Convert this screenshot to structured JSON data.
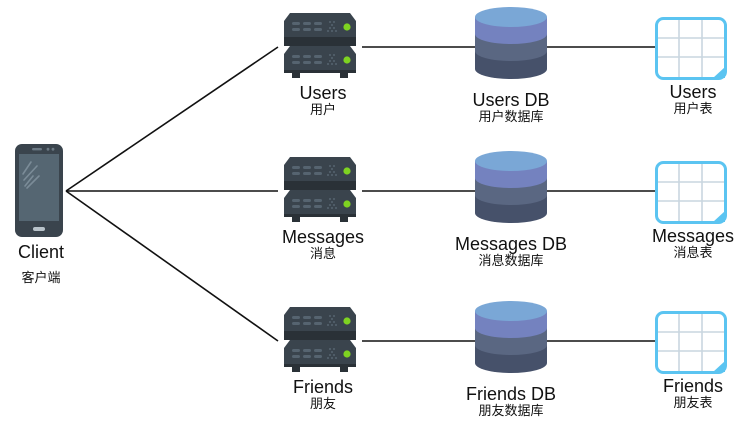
{
  "diagram": {
    "client": {
      "name": "Client",
      "subtitle": "客户端",
      "icon": "smartphone-icon"
    },
    "rows": [
      {
        "service": {
          "name": "Users",
          "subtitle": "用户",
          "icon": "server-icon"
        },
        "database": {
          "name": "Users DB",
          "subtitle": "用户数据库",
          "icon": "database-icon"
        },
        "table": {
          "name": "Users",
          "subtitle": "用户表",
          "icon": "table-icon"
        }
      },
      {
        "service": {
          "name": "Messages",
          "subtitle": "消息",
          "icon": "server-icon"
        },
        "database": {
          "name": "Messages DB",
          "subtitle": "消息数据库",
          "icon": "database-icon"
        },
        "table": {
          "name": "Messages",
          "subtitle": "消息表",
          "icon": "table-icon"
        }
      },
      {
        "service": {
          "name": "Friends",
          "subtitle": "朋友",
          "icon": "server-icon"
        },
        "database": {
          "name": "Friends DB",
          "subtitle": "朋友数据库",
          "icon": "database-icon"
        },
        "table": {
          "name": "Friends",
          "subtitle": "朋友表",
          "icon": "table-icon"
        }
      }
    ],
    "edges": [
      {
        "from": "client",
        "to": "Users"
      },
      {
        "from": "client",
        "to": "Messages"
      },
      {
        "from": "client",
        "to": "Friends"
      },
      {
        "from": "Users",
        "to": "Users DB"
      },
      {
        "from": "Messages",
        "to": "Messages DB"
      },
      {
        "from": "Friends",
        "to": "Friends DB"
      },
      {
        "from": "Users DB",
        "to": "Users table"
      },
      {
        "from": "Messages DB",
        "to": "Messages table"
      },
      {
        "from": "Friends DB",
        "to": "Friends table"
      }
    ],
    "colors": {
      "server_body": "#3a444d",
      "server_dark": "#2a3137",
      "server_led": "#7ed321",
      "db_top": "#7aa7d6",
      "db_band1": "#7482bf",
      "db_band2": "#5a6782",
      "db_band3": "#46516a",
      "table_border": "#5bc4f1",
      "table_grid": "#c9d6df",
      "phone_body": "#3a444d",
      "phone_screen": "#556672",
      "line": "#111111"
    }
  }
}
